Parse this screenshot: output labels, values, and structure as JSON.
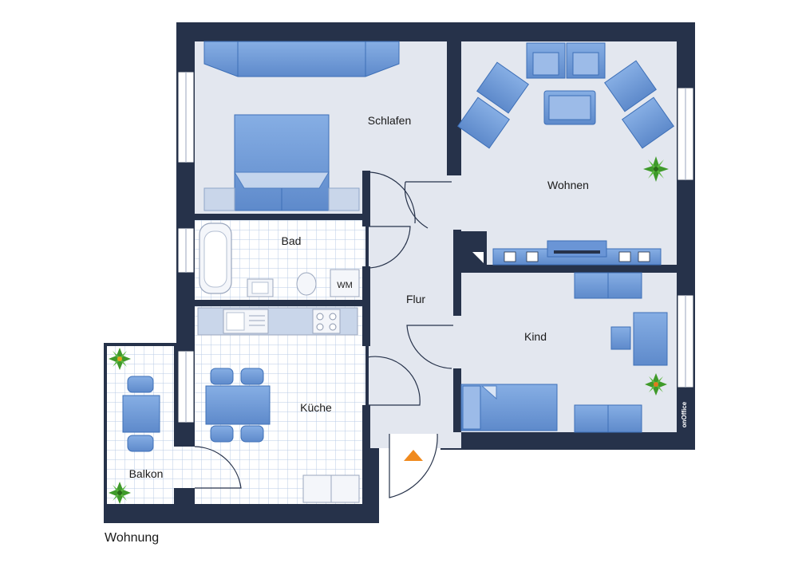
{
  "caption": "Wohnung",
  "rooms": {
    "schlafen": "Schlafen",
    "wohnen": "Wohnen",
    "bad": "Bad",
    "flur": "Flur",
    "kind": "Kind",
    "kueche": "Küche",
    "balkon": "Balkon"
  },
  "fixtures": {
    "washing_machine": "WM"
  },
  "watermark": "onOffice",
  "colors": {
    "wall": "#26324a",
    "floor": "#e3e7ef",
    "tile_bg": "#ffffff",
    "tile_line": "#b9cbe6",
    "furniture": "#6a95d6",
    "furniture_edge": "#3d6fb7",
    "window": "#ffffff",
    "entrance_arrow": "#f08a1e",
    "plant": "#3f9a2a"
  }
}
